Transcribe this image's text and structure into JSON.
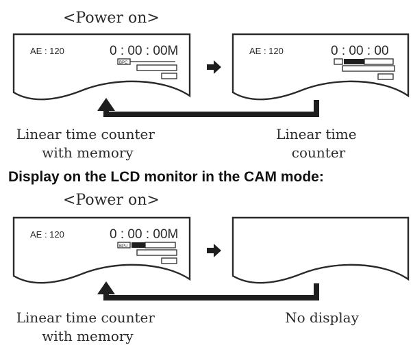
{
  "top": {
    "power_on": "<Power on>",
    "screen_a": {
      "ae": "AE : 120",
      "time": "0 : 00 : 00M",
      "battery": "BPC"
    },
    "screen_b": {
      "ae": "AE : 120",
      "time": "0 : 00 : 00"
    },
    "caption_left": [
      "Linear time counter",
      "with memory"
    ],
    "caption_right": [
      "Linear time",
      "counter"
    ]
  },
  "section_heading": "Display on the LCD monitor in the CAM mode:",
  "bottom": {
    "power_on": "<Power on>",
    "screen_a": {
      "ae": "AE : 120",
      "time": "0 : 00 : 00M",
      "battery": "BPU"
    },
    "caption_left": [
      "Linear time counter",
      "with memory"
    ],
    "caption_right": "No display"
  },
  "colors": {
    "ink": "#2a2a2a",
    "background": "#ffffff"
  },
  "icons": [
    "right-arrow-icon",
    "return-arrow-icon",
    "battery-gauge-icon"
  ]
}
